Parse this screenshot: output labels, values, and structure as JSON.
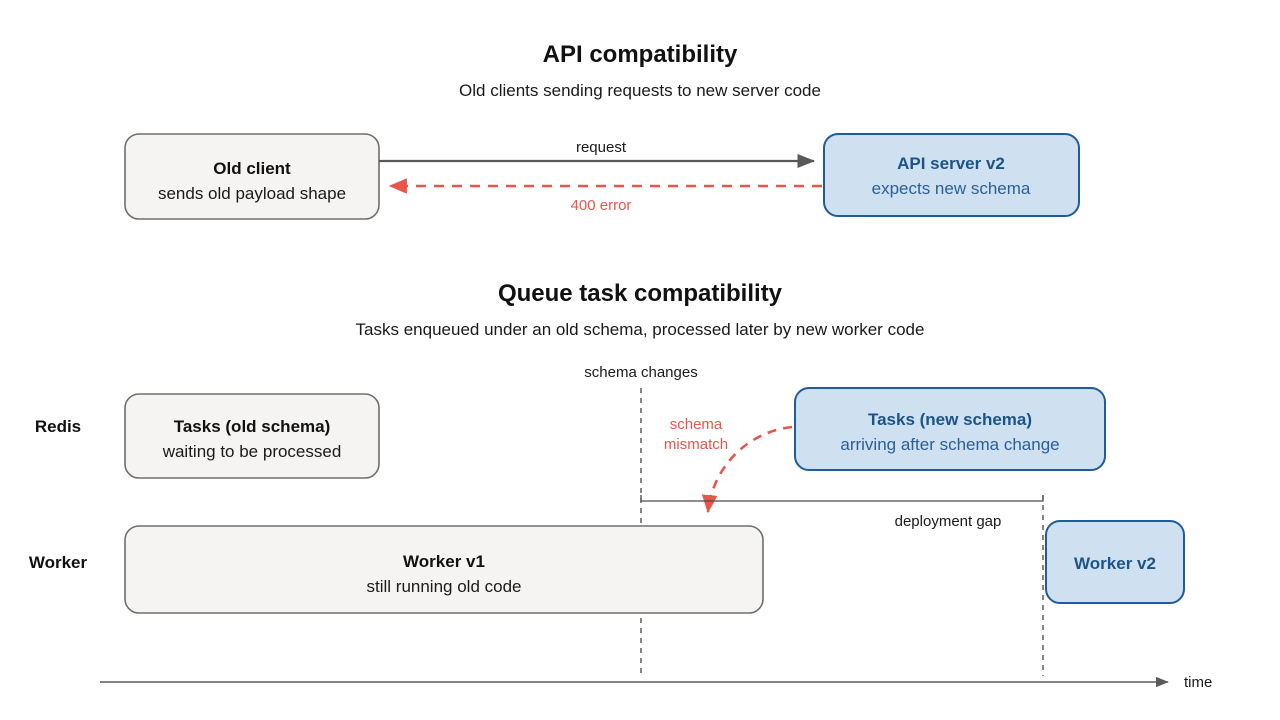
{
  "sections": [
    {
      "id": "api-compatibility",
      "title": "API compatibility",
      "subtitle": "Old clients sending requests to new server code",
      "nodes": [
        {
          "id": "old-client",
          "title": "Old client",
          "subtitle": "sends old payload shape",
          "style": "gray"
        },
        {
          "id": "api-server-v2",
          "title": "API server v2",
          "subtitle": "expects new schema",
          "style": "blue"
        }
      ],
      "edges": [
        {
          "id": "request",
          "label": "request",
          "style": "solid-gray"
        },
        {
          "id": "error",
          "label": "400 error",
          "style": "dashed-red"
        }
      ]
    },
    {
      "id": "queue-task-compatibility",
      "title": "Queue task compatibility",
      "subtitle": "Tasks enqueued under an old schema, processed later by new worker code",
      "lanes": [
        {
          "id": "redis",
          "label": "Redis"
        },
        {
          "id": "worker",
          "label": "Worker"
        }
      ],
      "markers": [
        {
          "id": "schema-change",
          "label": "schema changes"
        },
        {
          "id": "deployment-gap",
          "label": "deployment gap"
        }
      ],
      "nodes": [
        {
          "id": "tasks-old-schema",
          "title": "Tasks (old schema)",
          "subtitle": "waiting to be processed",
          "style": "gray"
        },
        {
          "id": "tasks-new-schema",
          "title": "Tasks (new schema)",
          "subtitle": "arriving after schema change",
          "style": "blue"
        },
        {
          "id": "worker-v1",
          "title": "Worker v1",
          "subtitle": "still running old code",
          "style": "gray"
        },
        {
          "id": "worker-v2",
          "title": "Worker v2",
          "subtitle": "",
          "style": "blue"
        }
      ],
      "edges": [
        {
          "id": "schema-mismatch",
          "label_line1": "schema",
          "label_line2": "mismatch",
          "style": "dashed-red-curve"
        }
      ],
      "axis": {
        "label": "time"
      }
    }
  ],
  "colors": {
    "blue_fill": "#cfe0f1",
    "blue_stroke": "#1f5c99",
    "blue_text": "#1c5488",
    "gray_fill": "#f5f4f2",
    "gray_stroke": "#6e6e6e",
    "red": "#e8564a",
    "edge_gray": "#5a5a5a",
    "text": "#111111"
  }
}
